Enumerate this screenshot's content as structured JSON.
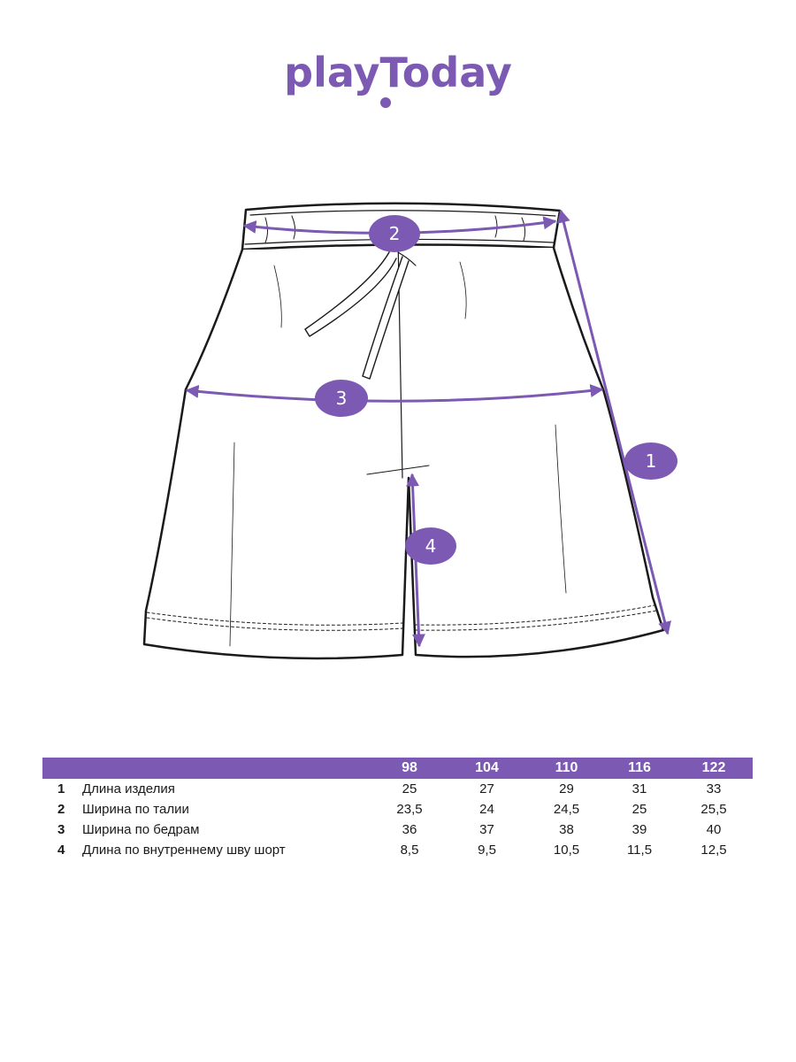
{
  "brand": {
    "logo_text": "playToday",
    "color": "#7c59b2"
  },
  "diagram": {
    "callouts": [
      "1",
      "2",
      "3",
      "4"
    ]
  },
  "table": {
    "sizes": [
      "98",
      "104",
      "110",
      "116",
      "122"
    ],
    "rows": [
      {
        "num": "1",
        "name": "Длина изделия",
        "values": [
          "25",
          "27",
          "29",
          "31",
          "33"
        ]
      },
      {
        "num": "2",
        "name": "Ширина по талии",
        "values": [
          "23,5",
          "24",
          "24,5",
          "25",
          "25,5"
        ]
      },
      {
        "num": "3",
        "name": "Ширина по бедрам",
        "values": [
          "36",
          "37",
          "38",
          "39",
          "40"
        ]
      },
      {
        "num": "4",
        "name": "Длина по внутреннему шву шорт",
        "values": [
          "8,5",
          "9,5",
          "10,5",
          "11,5",
          "12,5"
        ]
      }
    ]
  }
}
